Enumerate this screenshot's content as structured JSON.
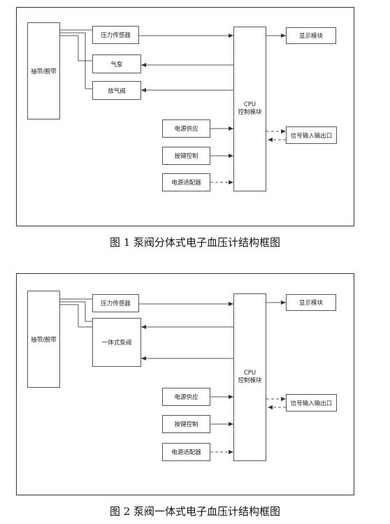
{
  "diagrams": [
    {
      "caption": "图 1  泵阀分体式电子血压计结构框图",
      "cuff": "袖带/腕带",
      "sensor": "压力传感器",
      "pump": "气泵",
      "valve": "放气阀",
      "power": "电源供应",
      "keys": "按键控制",
      "adapter": "电源适配器",
      "cpu_line1": "CPU",
      "cpu_line2": "控制模块",
      "display": "显示模块",
      "io": "信号输入输出口"
    },
    {
      "caption": "图 2  泵阀一体式电子血压计结构框图",
      "cuff": "袖带/腕带",
      "sensor": "压力传感器",
      "pumpvalve": "一体式泵阀",
      "power": "电源供应",
      "keys": "按键控制",
      "adapter": "电源适配器",
      "cpu_line1": "CPU",
      "cpu_line2": "控制模块",
      "display": "显示模块",
      "io": "信号输入输出口"
    }
  ]
}
